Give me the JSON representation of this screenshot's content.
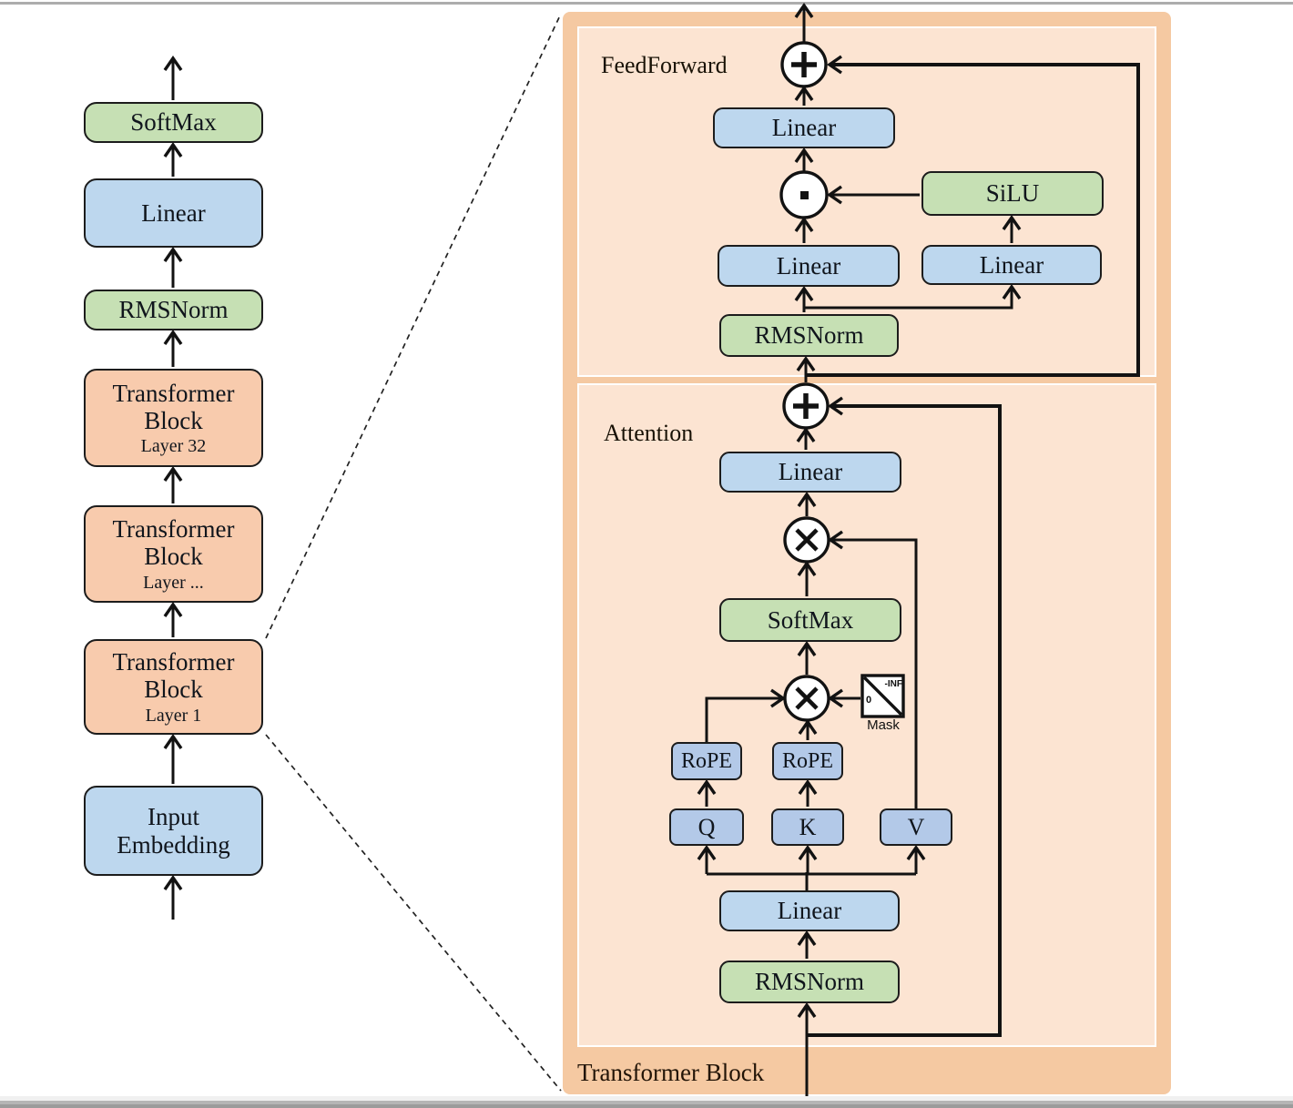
{
  "palette": {
    "blue": "#bdd7ee",
    "blue_dark": "#b3c9e8",
    "green": "#c6e0b4",
    "orange_block": "#f8cbad",
    "panel_outer": "#f5c9a2",
    "panel_inner": "#fce4d2",
    "line": "#121212",
    "text": "#10151c"
  },
  "icons": {
    "add": "plus-circle-icon",
    "matmul": "cross-circle-icon",
    "elementwise_product": "dot-circle-icon",
    "mask": "mask-matrix-icon",
    "zoom_link": "dashed-zoom-lines"
  },
  "left_column": {
    "softmax": "SoftMax",
    "linear": "Linear",
    "rmsnorm": "RMSNorm",
    "blocks": [
      {
        "title": "Transformer Block",
        "layer": "Layer 32"
      },
      {
        "title": "Transformer Block",
        "layer": "Layer ..."
      },
      {
        "title": "Transformer Block",
        "layer": "Layer 1"
      }
    ],
    "input_embedding": "Input Embedding"
  },
  "panel": {
    "title": "Transformer Block",
    "feedforward": {
      "label": "FeedForward",
      "linear_out": "Linear",
      "silu": "SiLU",
      "linear_gate": "Linear",
      "linear_up": "Linear",
      "rmsnorm": "RMSNorm"
    },
    "attention": {
      "label": "Attention",
      "linear_out": "Linear",
      "softmax": "SoftMax",
      "mask_zero": "0",
      "mask_neg_inf": "-INF",
      "mask_label": "Mask",
      "rope_q": "RoPE",
      "rope_k": "RoPE",
      "q": "Q",
      "k": "K",
      "v": "V",
      "linear_in": "Linear",
      "rmsnorm": "RMSNorm"
    }
  }
}
